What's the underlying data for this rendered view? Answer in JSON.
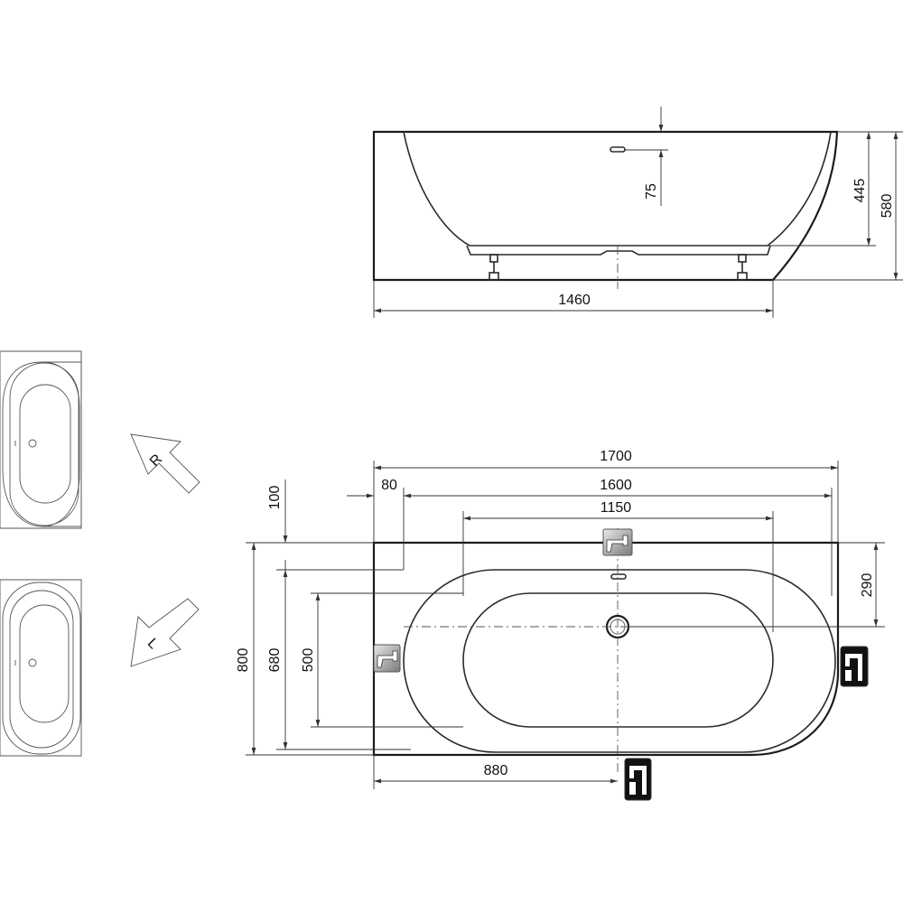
{
  "side_view": {
    "dim_length": "1460",
    "dim_overflow": "75",
    "dim_inner_height": "445",
    "dim_total_height": "580"
  },
  "top_view": {
    "dim_total_length": "1700",
    "dim_offset": "80",
    "dim_inner_length": "1600",
    "dim_basin_length": "1150",
    "dim_top_margin": "100",
    "dim_drain_offset": "290",
    "dim_total_width": "800",
    "dim_inner_width": "680",
    "dim_basin_width": "500",
    "dim_drain_position": "880"
  },
  "orientation": {
    "right_label": "R",
    "left_label": "L"
  }
}
